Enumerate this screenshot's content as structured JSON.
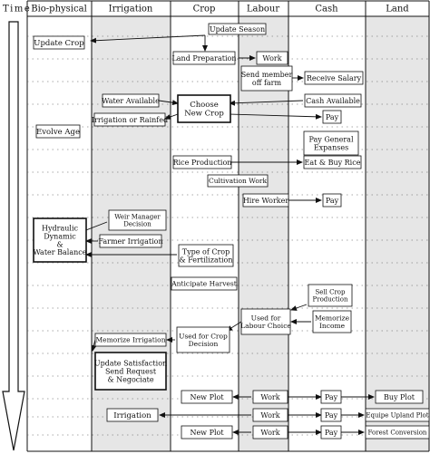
{
  "header": {
    "time": "Time",
    "columns": [
      "Bio-physical",
      "Irrigation",
      "Crop",
      "Labour",
      "Cash",
      "Land"
    ]
  },
  "boxes": [
    {
      "id": "update_season",
      "lines": [
        "Update Season"
      ]
    },
    {
      "id": "update_crop",
      "lines": [
        "Update Crop"
      ]
    },
    {
      "id": "land_preparation",
      "lines": [
        "Land Preparation"
      ]
    },
    {
      "id": "work_1",
      "lines": [
        "Work"
      ]
    },
    {
      "id": "send_member",
      "lines": [
        "Send member",
        "off farm"
      ]
    },
    {
      "id": "receive_salary",
      "lines": [
        "Receive Salary"
      ]
    },
    {
      "id": "water_available",
      "lines": [
        "Water Available"
      ]
    },
    {
      "id": "choose_new_crop",
      "lines": [
        "Choose",
        "New Crop"
      ]
    },
    {
      "id": "cash_available",
      "lines": [
        "Cash Available"
      ]
    },
    {
      "id": "irrigation_or_rainfed",
      "lines": [
        "Irrigation or Rainfed"
      ]
    },
    {
      "id": "pay_1",
      "lines": [
        "Pay"
      ]
    },
    {
      "id": "evolve_age",
      "lines": [
        "Evolve Age"
      ]
    },
    {
      "id": "pay_general",
      "lines": [
        "Pay General",
        "Expanses"
      ]
    },
    {
      "id": "rice_production",
      "lines": [
        "Rice Production"
      ]
    },
    {
      "id": "eat_buy_rice",
      "lines": [
        "Eat & Buy Rice"
      ]
    },
    {
      "id": "cultivation_work",
      "lines": [
        "Cultivation Work"
      ]
    },
    {
      "id": "hire_worker",
      "lines": [
        "Hire Worker"
      ]
    },
    {
      "id": "pay_2",
      "lines": [
        "Pay"
      ]
    },
    {
      "id": "weir_manager",
      "lines": [
        "Weir Manager",
        "Decision"
      ]
    },
    {
      "id": "hydraulic",
      "lines": [
        "Hydraulic",
        "Dynamic",
        "&",
        "Water Balance"
      ]
    },
    {
      "id": "farmer_irrigation",
      "lines": [
        "Farmer Irrigation"
      ]
    },
    {
      "id": "type_of_crop",
      "lines": [
        "Type of Crop",
        "& Fertilization"
      ]
    },
    {
      "id": "anticipate_harvest",
      "lines": [
        "Anticipate Harvest"
      ]
    },
    {
      "id": "sell_crop",
      "lines": [
        "Sell Crop",
        "Production"
      ]
    },
    {
      "id": "used_for_labour",
      "lines": [
        "Used for",
        "Labour Choice"
      ]
    },
    {
      "id": "memorize_income",
      "lines": [
        "Memorize",
        "Income"
      ]
    },
    {
      "id": "used_for_crop",
      "lines": [
        "Used for Crop",
        "Decision"
      ]
    },
    {
      "id": "memorize_irrigation",
      "lines": [
        "Memorize Irrigation"
      ]
    },
    {
      "id": "update_satisfaction",
      "lines": [
        "Update Satisfaction",
        "Send Request",
        "& Negociate"
      ]
    },
    {
      "id": "new_plot_1",
      "lines": [
        "New Plot"
      ]
    },
    {
      "id": "work_2",
      "lines": [
        "Work"
      ]
    },
    {
      "id": "pay_3",
      "lines": [
        "Pay"
      ]
    },
    {
      "id": "buy_plot",
      "lines": [
        "Buy Plot"
      ]
    },
    {
      "id": "irrigation_2",
      "lines": [
        "Irrigation"
      ]
    },
    {
      "id": "work_3",
      "lines": [
        "Work"
      ]
    },
    {
      "id": "pay_4",
      "lines": [
        "Pay"
      ]
    },
    {
      "id": "equipe_upland",
      "lines": [
        "Equipe Upland Plot"
      ]
    },
    {
      "id": "new_plot_2",
      "lines": [
        "New Plot"
      ]
    },
    {
      "id": "work_4",
      "lines": [
        "Work"
      ]
    },
    {
      "id": "pay_5",
      "lines": [
        "Pay"
      ]
    },
    {
      "id": "forest_conversion",
      "lines": [
        "Forest Conversion"
      ]
    }
  ]
}
